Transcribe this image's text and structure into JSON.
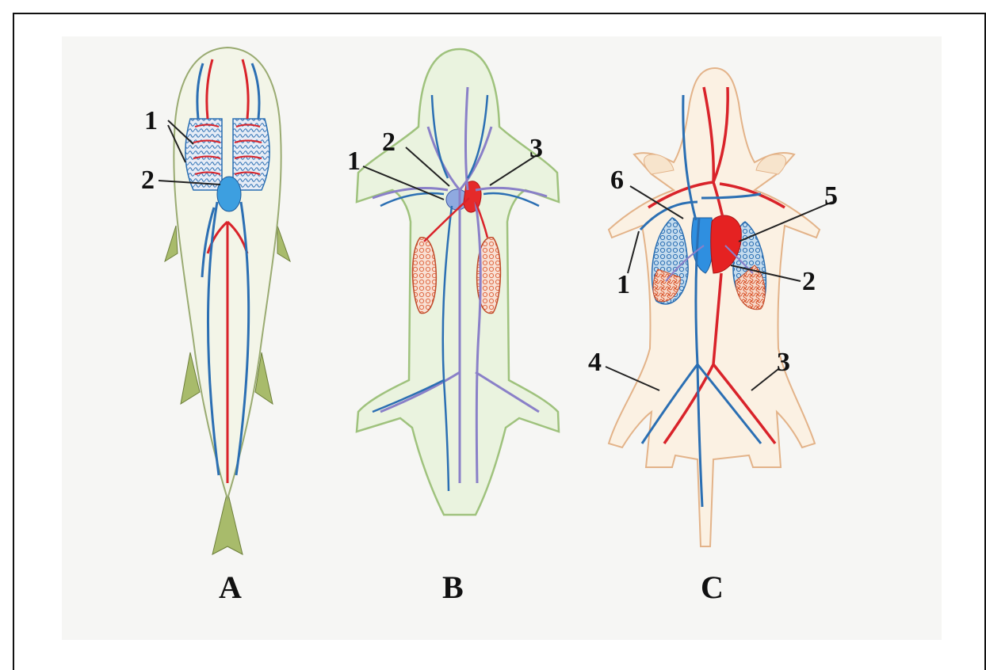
{
  "panels": [
    {
      "id": "A",
      "caption": "A",
      "labels": [
        "1",
        "2"
      ]
    },
    {
      "id": "B",
      "caption": "B",
      "labels": [
        "1",
        "2",
        "3"
      ]
    },
    {
      "id": "C",
      "caption": "C",
      "labels": [
        "1",
        "2",
        "3",
        "4",
        "5",
        "6"
      ]
    }
  ],
  "colors": {
    "artery": "#d9232a",
    "vein": "#2b6fb3",
    "mixed": "#8a80c8",
    "lung": "#e0704a",
    "fish_body": "#f3f5e8",
    "amphibian_body": "#eaf3df",
    "mammal_body": "#fbf1e3"
  }
}
